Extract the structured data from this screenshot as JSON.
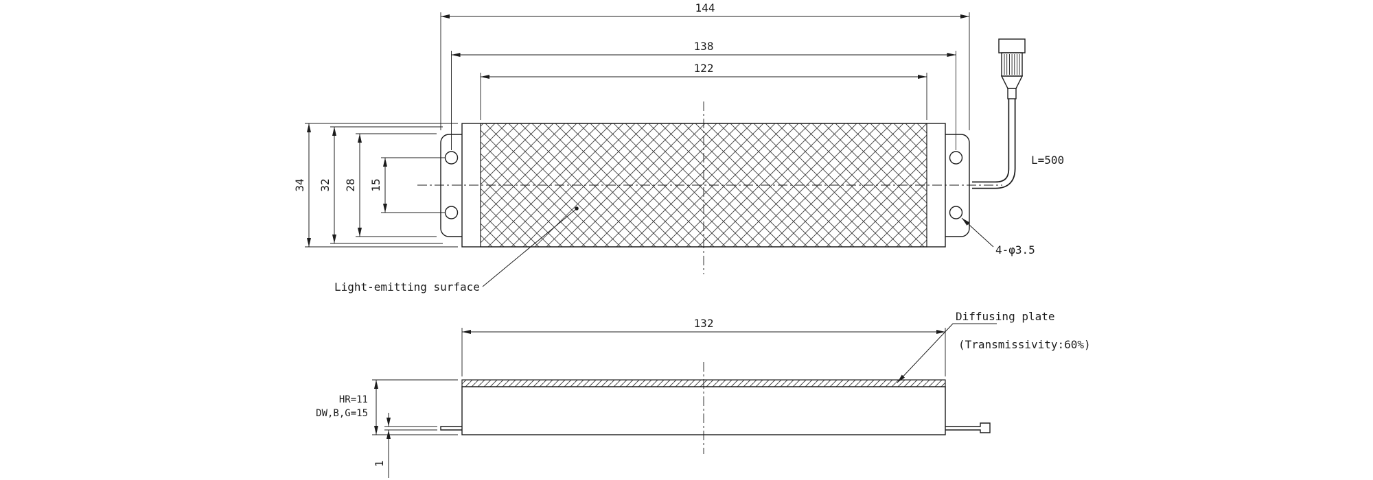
{
  "colors": {
    "line": "#1c1c1c",
    "background": "#ffffff"
  },
  "top_view": {
    "dims": {
      "d144": "144",
      "d138": "138",
      "d122": "122",
      "d34": "34",
      "d32": "32",
      "d28": "28",
      "d15": "15"
    },
    "labels": {
      "cable_length": "L=500",
      "hole_callout": "4-φ3.5",
      "light_emitting_surface": "Light-emitting surface"
    }
  },
  "side_view": {
    "dims": {
      "d132": "132",
      "d1": "1"
    },
    "labels": {
      "height_hr": "HR=11",
      "height_dwbg": "DW,B,G=15",
      "diffusing_plate": "Diffusing plate",
      "transmissivity": "(Transmissivity:60%)"
    }
  }
}
